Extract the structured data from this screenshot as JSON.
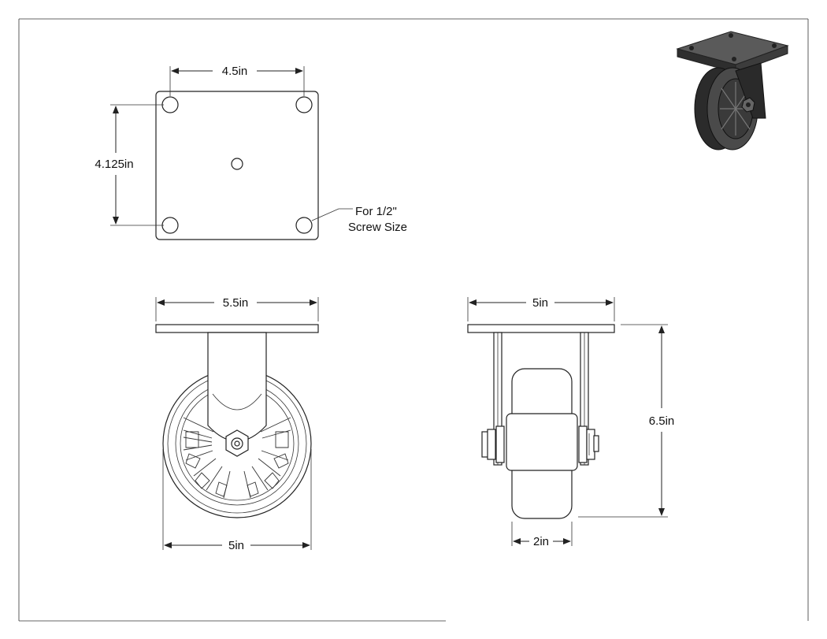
{
  "top_view": {
    "width_label": "4.5in",
    "height_label": "4.125in",
    "note_line1": "For 1/2\"",
    "note_line2": "Screw Size"
  },
  "front_view": {
    "plate_width_label": "5.5in",
    "wheel_diameter_label": "5in"
  },
  "side_view": {
    "plate_width_label": "5in",
    "height_label": "6.5in",
    "wheel_width_label": "2in"
  },
  "iso_view": {
    "icon": "caster-3d-render"
  }
}
